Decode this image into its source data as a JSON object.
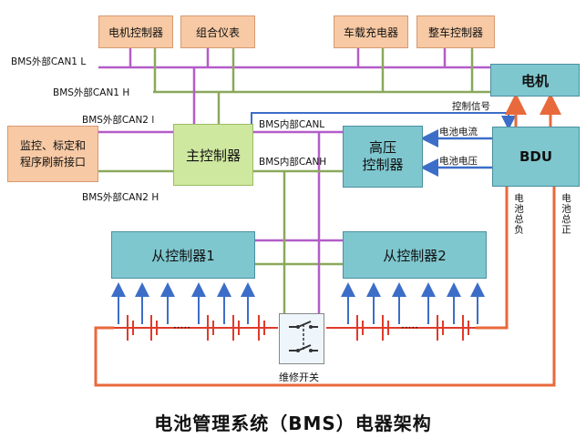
{
  "top_boxes": {
    "motor_ctrl": "电机控制器",
    "instrument": "组合仪表",
    "charger": "车载充电器",
    "vehicle_ctrl": "整车控制器"
  },
  "left_box": "监控、标定和\n程序刷新接口",
  "main_ctrl": "主控制器",
  "hv_ctrl": "高压\n控制器",
  "motor": "电机",
  "bdu": "BDU",
  "slave1": "从控制器1",
  "slave2": "从控制器2",
  "labels": {
    "can1l": "BMS外部CAN1 L",
    "can1h": "BMS外部CAN1 H",
    "can2l": "BMS外部CAN2 l",
    "can2h": "BMS外部CAN2 H",
    "int_canl": "BMS内部CANL",
    "int_canh": "BMS内部CANH",
    "ctrl_signal": "控制信号",
    "battery_current": "电池电流",
    "battery_voltage": "电池电压",
    "neg": "电池总负",
    "pos": "电池总正",
    "service_switch": "维修开关"
  },
  "title": "电池管理系统（BMS）电器架构",
  "colors": {
    "purple": "#b45cc8",
    "olive": "#8aa85c",
    "blue_line": "#3c6ec8",
    "red": "#e03a2a",
    "orange_line": "#e8693c"
  }
}
